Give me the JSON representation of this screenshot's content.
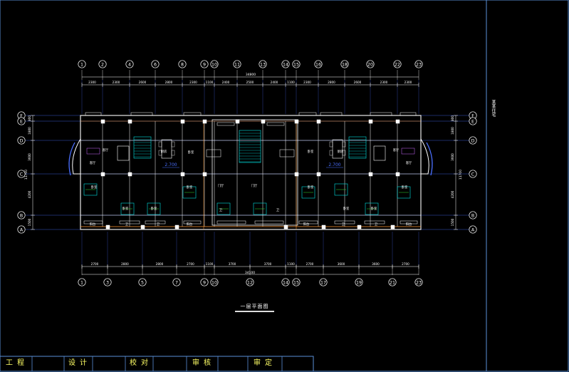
{
  "drawing": {
    "caption": "一层平面图",
    "side_label": "某某住宅",
    "elevation_label_left": "2.700",
    "elevation_label_right": "2.700"
  },
  "axes": {
    "top_numbers": [
      "1",
      "2",
      "4",
      "6",
      "8",
      "9",
      "10",
      "11",
      "13",
      "14",
      "15",
      "16",
      "18",
      "20",
      "22",
      "23"
    ],
    "bottom_numbers": [
      "1",
      "3",
      "5",
      "7",
      "9",
      "10",
      "12",
      "14",
      "15",
      "17",
      "19",
      "21",
      "23"
    ],
    "left_letters": [
      "F",
      "E",
      "D",
      "C",
      "B",
      "A"
    ],
    "right_letters": [
      "F",
      "E",
      "D",
      "C",
      "B",
      "A"
    ]
  },
  "dimensions": {
    "top_total": "34800",
    "top_segments": [
      "2300",
      "2300",
      "2600",
      "2800",
      "2300",
      "1100",
      "2400",
      "2500",
      "2400",
      "1100",
      "2300",
      "2800",
      "2600",
      "2300",
      "2300"
    ],
    "bottom_total": "34100",
    "bottom_segments": [
      "2700",
      "2800",
      "2800",
      "2700",
      "1100",
      "3700",
      "3700",
      "1100",
      "2700",
      "3600",
      "3600",
      "2700"
    ],
    "left_segments": [
      "800",
      "1800",
      "3600",
      "4200",
      "1500"
    ],
    "left_total": "11700",
    "right_segments": [
      "800",
      "1800",
      "3600",
      "4200",
      "1500"
    ],
    "right_total": "11700"
  },
  "rooms": {
    "living": "客厅",
    "bedroom": "卧室",
    "kitchen": "厨房",
    "balcony": "阳台",
    "bath": "卫",
    "hall": "门厅"
  },
  "title_block": {
    "project": "工程",
    "design": "设计",
    "check": "校对",
    "review": "审核",
    "approve": "审定"
  },
  "colors": {
    "background": "#000000",
    "frame": "#5a8fd8",
    "grid": "#4a6fff",
    "wall": "#ffffff",
    "text": "#ffff66",
    "cyan": "#00e0e0",
    "orange": "#ff9933",
    "green": "#33dd33",
    "magenta": "#cc66ff"
  }
}
